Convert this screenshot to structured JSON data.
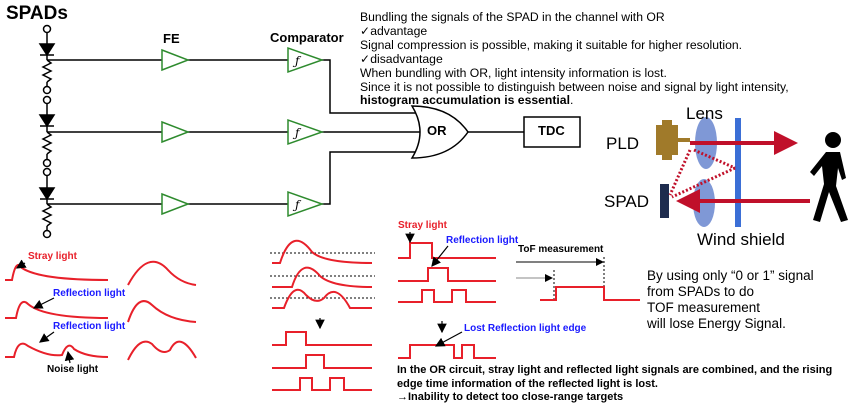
{
  "circuit": {
    "spads_label": "SPADs",
    "fe_label": "FE",
    "comparator_label": "Comparator",
    "or_label": "OR",
    "tdc_label": "TDC"
  },
  "notes": {
    "line1": "Bundling the signals of the SPAD in the channel with OR",
    "line2": "✓advantage",
    "line3": "Signal compression is possible, making it suitable for higher resolution.",
    "line4": "✓disadvantage",
    "line5": "When bundling with OR, light intensity information is lost.",
    "line6": "Since it is not possible to distinguish between noise and signal by light intensity,",
    "line7_bold": "histogram accumulation is essential",
    "line7_end": "."
  },
  "optics": {
    "lens_label": "Lens",
    "pld_label": "PLD",
    "spad_label": "SPAD",
    "shield_label": "Wind shield"
  },
  "waveforms": {
    "stray_light": "Stray light",
    "reflection_light_1": "Reflection light",
    "reflection_light_2": "Reflection light",
    "noise_light": "Noise light",
    "or_stray_light": "Stray light",
    "or_reflection_light": "Reflection light",
    "lost_edge": "Lost Reflection light edge",
    "tof_measurement": "ToF measurement"
  },
  "conclusion": {
    "energy_line1": "By using only “0 or 1” signal",
    "energy_line2": "from SPADs to do",
    "energy_line3": "TOF measurement",
    "energy_line4": "will lose Energy Signal.",
    "or_line1": "In the OR circuit, stray light and reflected light signals are combined, and the rising",
    "or_line2": "edge time information of the reflected light is lost.",
    "or_line3": "→Inability to detect too close-range targets"
  },
  "colors": {
    "signal": "#e8202a",
    "label_red": "#e8202a",
    "label_blue": "#1a1aff",
    "amp": "#2e8b2e",
    "lens": "#7f98d6",
    "shield": "#3b6fd6",
    "pld": "#a07a2a",
    "spad_block": "#1e2c4e",
    "laser_arrow": "#c0102a"
  }
}
